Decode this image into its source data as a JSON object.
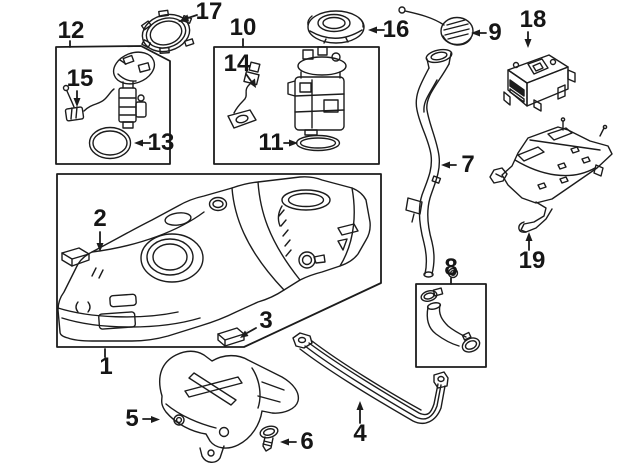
{
  "diagram": {
    "kind": "exploded-parts-diagram",
    "background_color": "#ffffff",
    "line_color": "#1c1c1c"
  },
  "callouts": {
    "c1": "1",
    "c2": "2",
    "c3": "3",
    "c4": "4",
    "c5": "5",
    "c6": "6",
    "c7": "7",
    "c8": "8",
    "c9": "9",
    "c10": "10",
    "c11": "11",
    "c12": "12",
    "c13": "13",
    "c14": "14",
    "c15": "15",
    "c16": "16",
    "c17": "17",
    "c18": "18",
    "c19": "19"
  },
  "parts": {
    "1": "fuel-tank",
    "2": "insulator-pad",
    "3": "insulator-pad",
    "4": "tank-strap",
    "5": "heat-shield",
    "6": "push-pin-fastener",
    "7": "filler-pipe",
    "8": "filler-hose-with-clamps",
    "9": "fuel-cap",
    "10": "fuel-pump-module",
    "11": "seal-o-ring",
    "12": "fuel-pump-module",
    "13": "seal-o-ring",
    "14": "fuel-level-sensor",
    "15": "wiring-connector",
    "16": "filler-neck-seal",
    "17": "lock-ring",
    "18": "fuel-pump-control-module",
    "19": "mounting-bracket"
  }
}
